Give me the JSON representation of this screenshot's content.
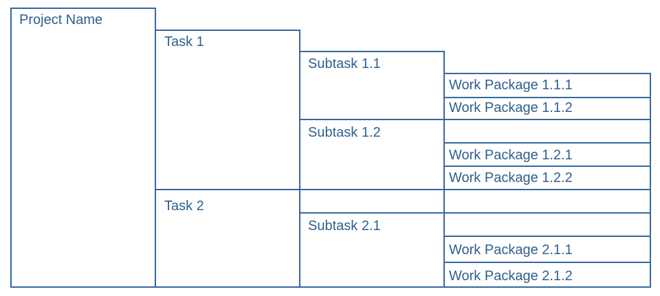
{
  "colors": {
    "line": "#3467a0",
    "text": "#2f5f8f",
    "background": "#ffffff"
  },
  "project": {
    "label": "Project Name"
  },
  "tasks": [
    {
      "label": "Task 1"
    },
    {
      "label": "Task 2"
    }
  ],
  "subtasks": [
    {
      "label": "Subtask 1.1"
    },
    {
      "label": "Subtask 1.2"
    },
    {
      "label": "Subtask 2.1"
    }
  ],
  "work_packages": [
    {
      "label": "Work Package 1.1.1"
    },
    {
      "label": "Work Package 1.1.2"
    },
    {
      "label": "Work Package 1.2.1"
    },
    {
      "label": "Work Package 1.2.2"
    },
    {
      "label": "Work Package 2.1.1"
    },
    {
      "label": "Work Package 2.1.2"
    }
  ]
}
